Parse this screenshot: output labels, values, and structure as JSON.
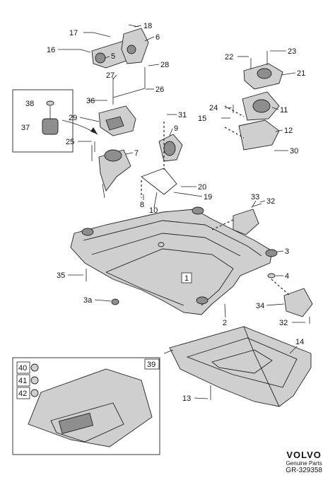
{
  "callouts": {
    "c1": "1",
    "c2": "2",
    "c3": "3",
    "c3a": "3a",
    "c4": "4",
    "c5": "5",
    "c6": "6",
    "c7": "7",
    "c8": "8",
    "c9": "9",
    "c10": "10",
    "c11": "11",
    "c12": "12",
    "c13": "13",
    "c14": "14",
    "c15": "15",
    "c16": "16",
    "c17": "17",
    "c18": "18",
    "c19": "19",
    "c20": "20",
    "c21": "21",
    "c22": "22",
    "c23": "23",
    "c24": "24",
    "c25": "25",
    "c26": "26",
    "c27": "27",
    "c28": "28",
    "c29": "29",
    "c30": "30",
    "c31": "31",
    "c32": "32",
    "c33": "33",
    "c34": "34",
    "c35": "35",
    "c36": "36",
    "c37": "37",
    "c38": "38",
    "c39": "39",
    "c40": "40",
    "c41": "41",
    "c42": "42"
  },
  "brand": {
    "logo": "VOLVO",
    "subtitle": "Genuine Parts",
    "code": "GR-329358"
  }
}
